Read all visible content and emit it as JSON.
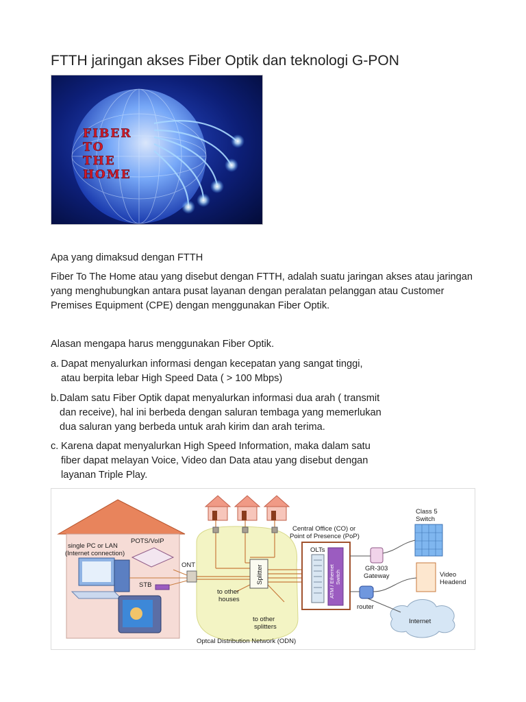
{
  "document": {
    "title": "FTTH jaringan akses Fiber Optik dan teknologi G-PON",
    "hero_image": {
      "overlay_words": [
        "FIBER",
        "TO",
        "THE",
        "HOME"
      ]
    },
    "heading1": "Apa yang dimaksud dengan FTTH",
    "paragraph1_lines": [
      "Fiber To The Home atau yang disebut dengan FTTH, adalah suatu jaringan akses atau jaringan",
      "yang menghubungkan antara pusat layanan dengan peralatan pelanggan atau Customer",
      "Premises Equipment (CPE) dengan menggunakan Fiber Optik."
    ],
    "heading2": "Alasan mengapa harus menggunakan Fiber Optik.",
    "list": [
      {
        "marker": "a.",
        "text": "Dapat menyalurkan informasi dengan kecepatan yang sangat tinggi,\n atau berpita lebar High Speed Data ( > 100 Mbps)"
      },
      {
        "marker": "b.",
        "text": "Dalam satu Fiber Optik dapat menyalurkan informasi dua arah ( transmit\ndan receive),   hal ini berbeda dengan saluran tembaga yang memerlukan\ndua saluran yang berbeda untuk arah kirim dan arah terima."
      },
      {
        "marker": "c.",
        "text": "Karena dapat menyalurkan High Speed Information, maka dalam satu\n fiber dapat melayan Voice, Video dan Data atau yang disebut dengan\n layanan Triple Play."
      }
    ],
    "diagram": {
      "labels": {
        "pots": "POTS/VoIP",
        "pc_line1": "single PC or LAN",
        "pc_line2": "(Internet connection)",
        "ont": "ONT",
        "stb": "STB",
        "splitter": "Splitter",
        "other_houses_1": "to other",
        "other_houses_2": "houses",
        "other_splitters_1": "to other",
        "other_splitters_2": "splitters",
        "odn": "Optcal Distribution Network (ODN)",
        "co_line1": "Central Office (CO) or",
        "co_line2": "Point of Presence (PoP)",
        "olts": "OLTs",
        "atm_line1": "ATM / Ethernet",
        "atm_line2": "Switch",
        "gr303_line1": "GR-303",
        "gr303_line2": "Gateway",
        "router": "router",
        "class5_line1": "Class 5",
        "class5_line2": "Switch",
        "video_line1": "Video",
        "video_line2": "Headend",
        "internet": "Internet"
      },
      "colors": {
        "house_roof": "#e8845c",
        "house_wall": "#f6dcd6",
        "odn_area": "#f3f4c4",
        "co_frame": "#a0522d",
        "switch": "#9b5cc0",
        "fiber": "#c87a3c"
      }
    }
  }
}
